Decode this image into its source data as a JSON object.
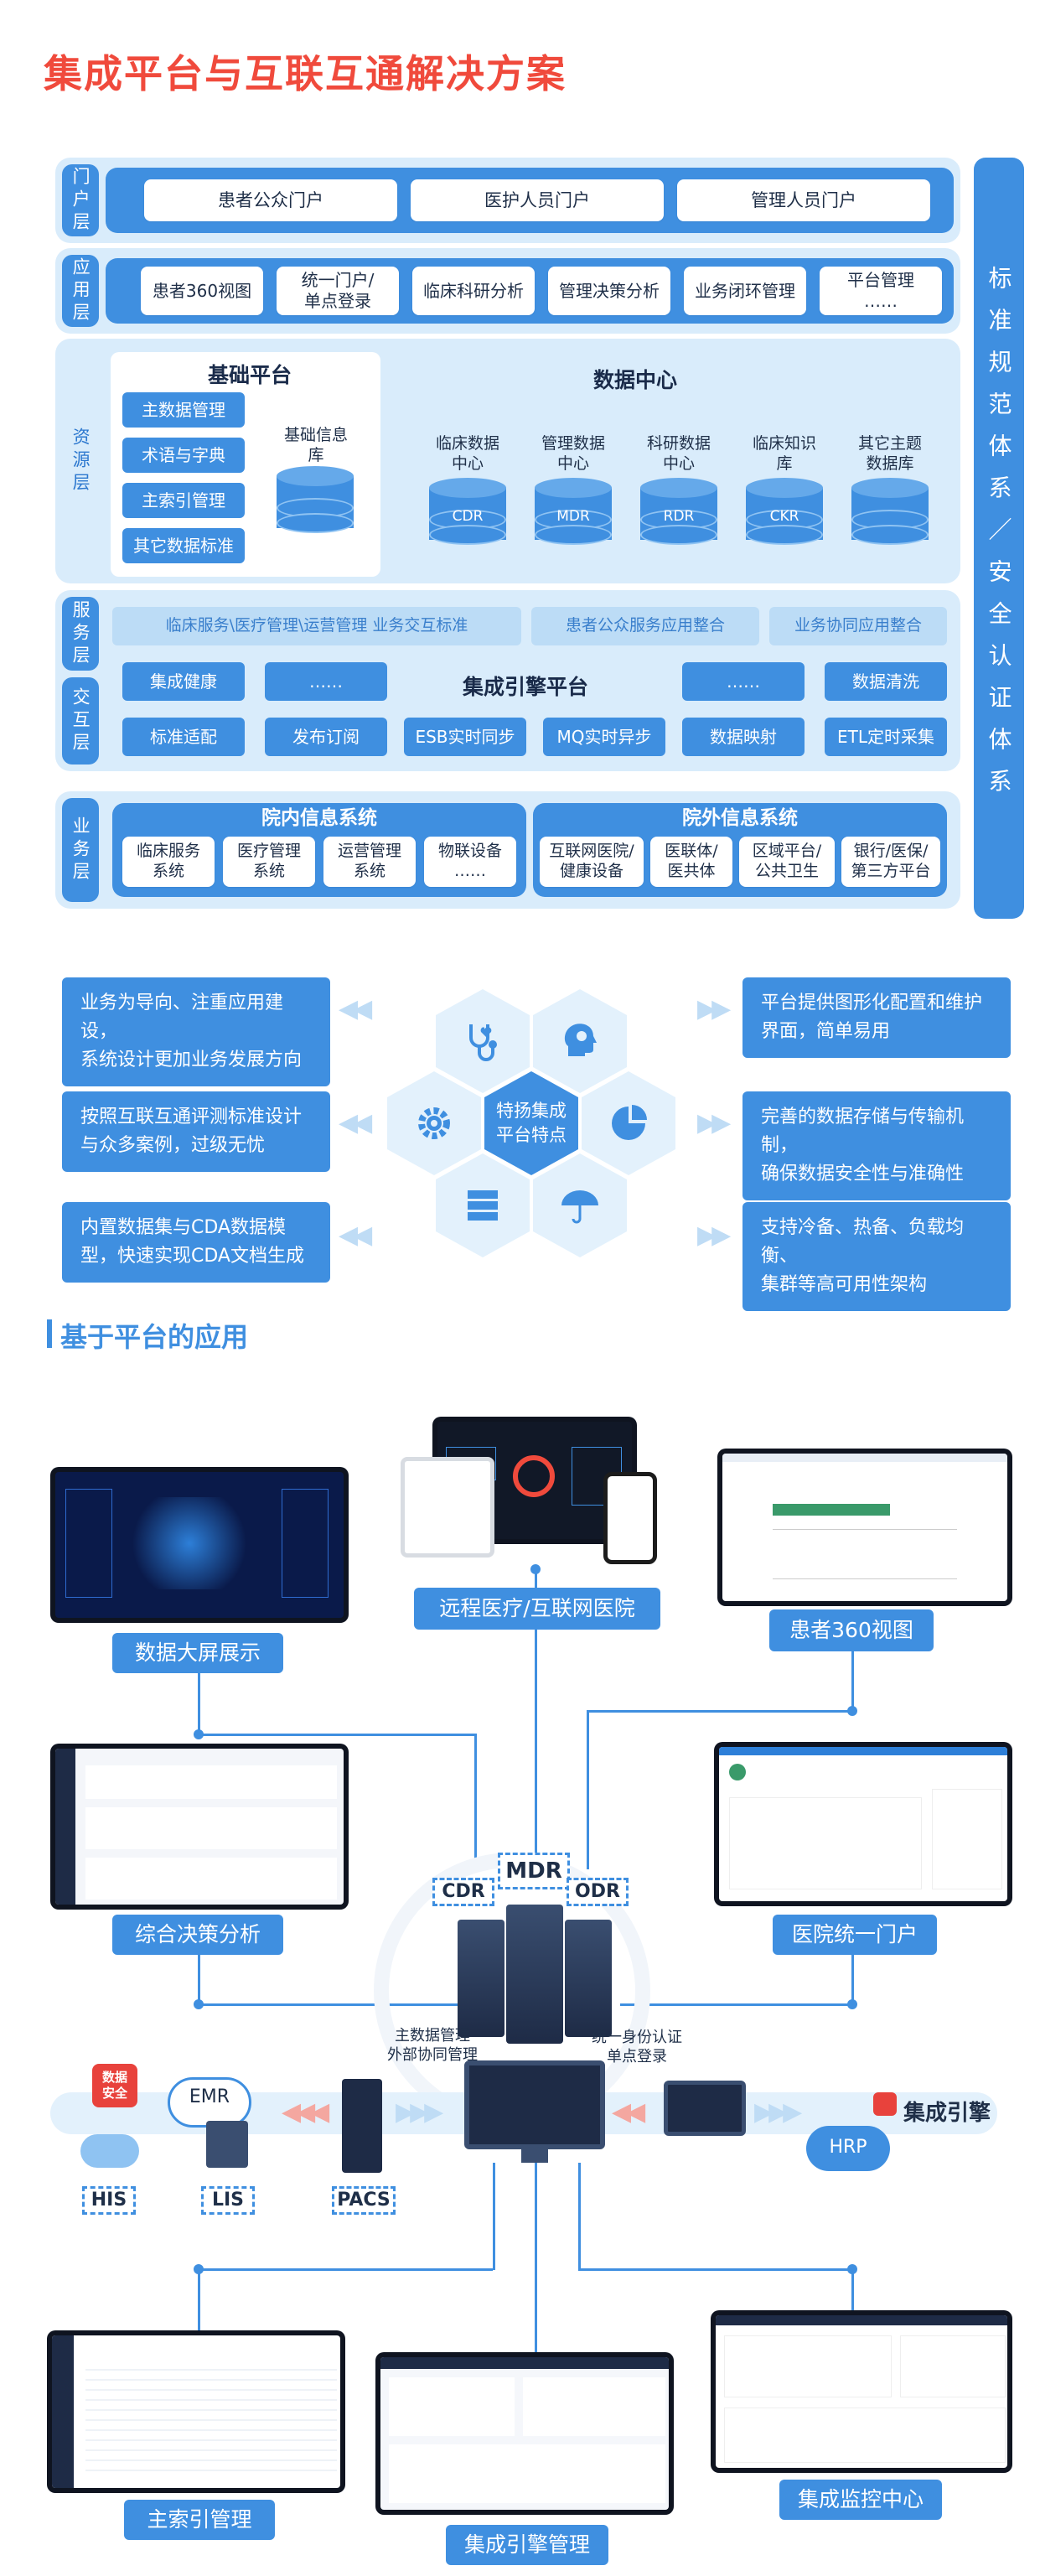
{
  "title": "集成平台与互联互通解决方案",
  "architecture": {
    "side_bar": "标准规范体系／安全认证体系",
    "portal": {
      "label": "门户层",
      "items": [
        "患者公众门户",
        "医护人员门户",
        "管理人员门户"
      ]
    },
    "application": {
      "label": "应用层",
      "items": [
        "患者360视图",
        "统一门户/\n单点登录",
        "临床科研分析",
        "管理决策分析",
        "业务闭环管理",
        "平台管理\n……"
      ]
    },
    "resource": {
      "label": "资源层",
      "base_platform": {
        "title": "基础平台",
        "items": [
          "主数据管理",
          "术语与字典",
          "主索引管理",
          "其它数据标准"
        ],
        "db_label": "基础信息\n库"
      },
      "data_center": {
        "title": "数据中心",
        "dbs": [
          {
            "label": "临床数据\n中心",
            "code": "CDR"
          },
          {
            "label": "管理数据\n中心",
            "code": "MDR"
          },
          {
            "label": "科研数据\n中心",
            "code": "RDR"
          },
          {
            "label": "临床知识\n库",
            "code": "CKR"
          },
          {
            "label": "其它主题\n数据库",
            "code": ""
          }
        ]
      }
    },
    "service": {
      "label": "服务层",
      "items": [
        "临床服务\\医疗管理\\运营管理 业务交互标准",
        "患者公众服务应用整合",
        "业务协同应用整合"
      ]
    },
    "interaction": {
      "label": "交互层",
      "engine": "集成引擎平台",
      "row1": [
        "集成健康",
        "……",
        "……",
        "数据清洗"
      ],
      "row2": [
        "标准适配",
        "发布订阅",
        "ESB实时同步",
        "MQ实时异步",
        "数据映射",
        "ETL定时采集"
      ]
    },
    "business": {
      "label": "业务层",
      "inner": {
        "title": "院内信息系统",
        "items": [
          "临床服务\n系统",
          "医疗管理\n系统",
          "运营管理\n系统",
          "物联设备\n……"
        ]
      },
      "outer": {
        "title": "院外信息系统",
        "items": [
          "互联网医院/\n健康设备",
          "医联体/\n医共体",
          "区域平台/\n公共卫生",
          "银行/医保/\n第三方平台"
        ]
      }
    }
  },
  "features": {
    "center": "特扬集成\n平台特点",
    "left": [
      "业务为导向、注重应用建设，\n系统设计更加业务发展方向",
      "按照互联互通评测标准设计\n与众多案例，过级无忧",
      "内置数据集与CDA数据模\n型，快速实现CDA文档生成"
    ],
    "right": [
      "平台提供图形化配置和维护\n界面，简单易用",
      "完善的数据存储与传输机制，\n确保数据安全性与准确性",
      "支持冷备、热备、负载均衡、\n集群等高可用性架构"
    ],
    "icons": [
      "stethoscope-heart-icon",
      "head-brain-icon",
      "gear-icon",
      "pie-chart-icon",
      "server-icon",
      "umbrella-icon"
    ]
  },
  "applications": {
    "heading": "基于平台的应用",
    "labels": {
      "bigscreen": "数据大屏展示",
      "telemed": "远程医疗/互联网医院",
      "patient360": "患者360视图",
      "decision": "综合决策分析",
      "portal": "医院统一门户",
      "mpi": "主索引管理",
      "engine_mgmt": "集成引擎管理",
      "monitor": "集成监控中心"
    },
    "center_tags": [
      "CDR",
      "MDR",
      "ODR"
    ],
    "notes": [
      "主数据管理\n外部协同管理",
      "统一身份认证\n单点登录"
    ],
    "nodes": [
      "数据\n安全",
      "EMR",
      "HIS",
      "LIS",
      "PACS",
      "HRP",
      "集成引擎"
    ]
  },
  "colors": {
    "accent": "#3f8fe0",
    "title": "#f04a3c",
    "band": "#d9ecfb"
  }
}
